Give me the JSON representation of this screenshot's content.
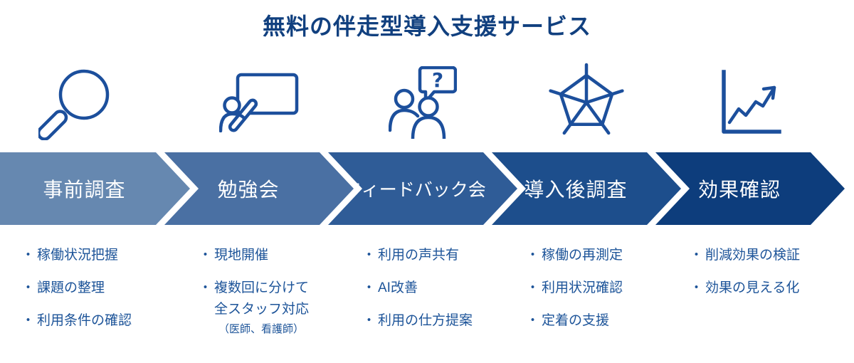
{
  "title": "無料の伴走型導入支援サービス",
  "bullet_marker": "・",
  "colors": {
    "title_text": "#11407F",
    "body_text": "#1D5499",
    "icon_stroke": "#1C4F9C",
    "chevron_text": "#FFFFFF",
    "chevron_fills": [
      "#6688B0",
      "#4A70A3",
      "#2F5C97",
      "#1D4E8C",
      "#0D3D7C"
    ]
  },
  "steps": [
    {
      "label": "事前調査",
      "icon": "magnifier-icon",
      "bullets": [
        {
          "line1": "稼働状況把握"
        },
        {
          "line1": "課題の整理"
        },
        {
          "line1": "利用条件の確認"
        }
      ]
    },
    {
      "label": "勉強会",
      "icon": "presentation-icon",
      "bullets": [
        {
          "line1": "現地開催"
        },
        {
          "line1": "複数回に分けて",
          "line2": "全スタッフ対応",
          "note": "（医師、看護師）"
        }
      ]
    },
    {
      "label": "フィードバック会",
      "icon": "people-question-icon",
      "bullets": [
        {
          "line1": "利用の声共有"
        },
        {
          "line1": "AI改善"
        },
        {
          "line1": "利用の仕方提案"
        }
      ]
    },
    {
      "label": "導入後調査",
      "icon": "radar-chart-icon",
      "bullets": [
        {
          "line1": "稼働の再測定"
        },
        {
          "line1": "利用状況確認"
        },
        {
          "line1": "定着の支援"
        }
      ]
    },
    {
      "label": "効果確認",
      "icon": "line-chart-icon",
      "bullets": [
        {
          "line1": "削減効果の検証"
        },
        {
          "line1": "効果の見える化"
        }
      ]
    }
  ],
  "question_mark": "?"
}
